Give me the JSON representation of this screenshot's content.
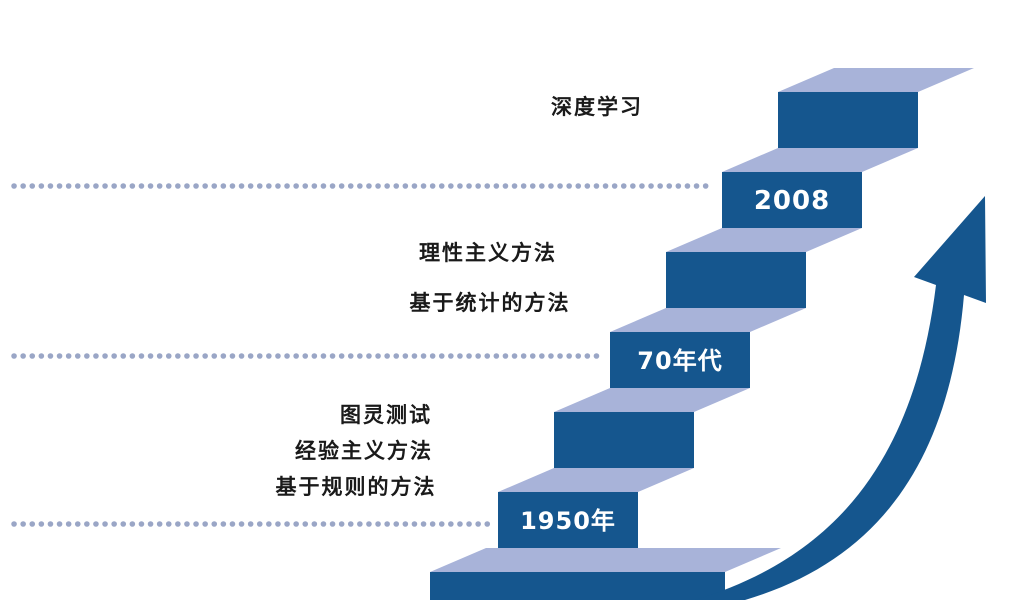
{
  "colors": {
    "step_top": "#a8b3d9",
    "step_front": "#15568e",
    "platform_front": "#15568e",
    "arrow": "#15568e",
    "dots": "#9aa6c6",
    "label_text": "#1a1a1a",
    "year_text": "#ffffff",
    "background": "#ffffff"
  },
  "eras": [
    {
      "year": "1950年",
      "labels": [
        "图灵测试",
        "经验主义方法",
        "基于规则的方法"
      ]
    },
    {
      "year": "70年代",
      "labels": [
        "理性主义方法",
        "基于统计的方法"
      ]
    },
    {
      "year": "2008",
      "labels": [
        "深度学习"
      ]
    }
  ]
}
